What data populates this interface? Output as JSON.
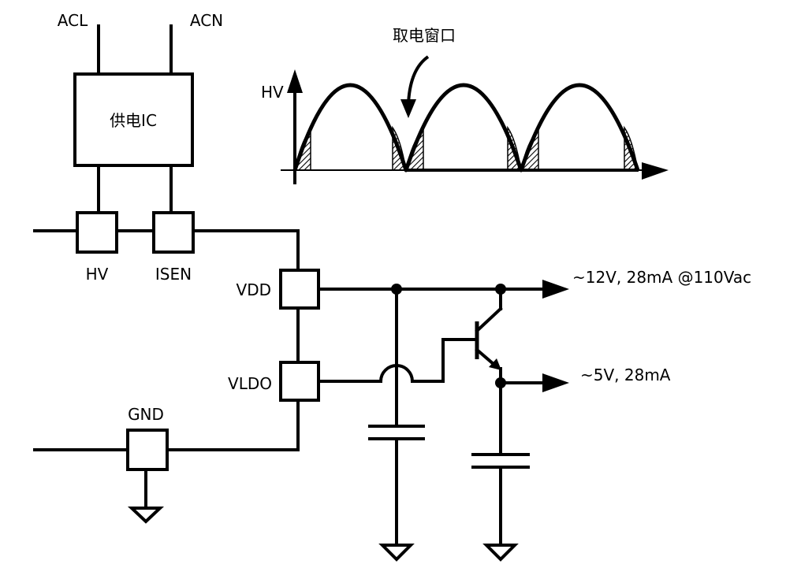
{
  "ic": {
    "name": "供电IC",
    "pin_acl": "ACL",
    "pin_acn": "ACN",
    "pin_hv": "HV",
    "pin_isen": "ISEN",
    "pin_vdd": "VDD",
    "pin_vldo": "VLDO",
    "pin_gnd": "GND"
  },
  "waveform": {
    "axis_label": "HV",
    "window_label": "取电窗口"
  },
  "outputs": {
    "vdd_out": "~12V, 28mA @110Vac",
    "ldo_out": "~5V, 28mA"
  }
}
